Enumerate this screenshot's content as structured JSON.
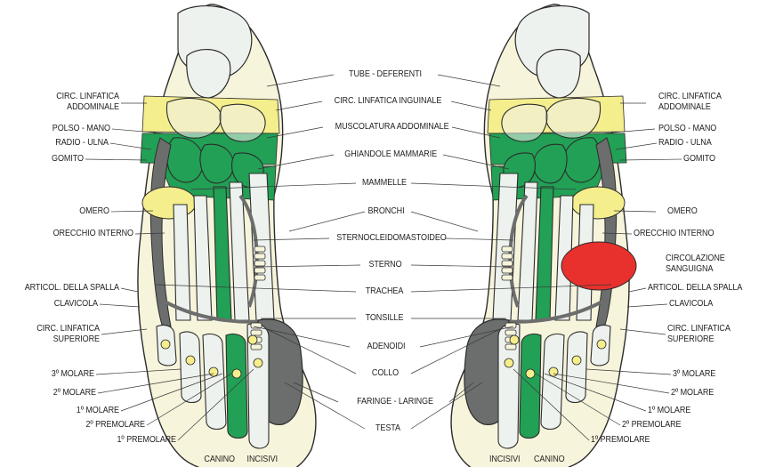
{
  "colors": {
    "yellow": "#f5ee8c",
    "green": "#22a055",
    "dark_gray": "#6b6e6d",
    "red": "#e8302c",
    "skin": "#f7f4dc",
    "bone": "#eef2ee"
  },
  "center_labels": {
    "tube": "TUBE - DEFERENTI",
    "circ_inguinale": "CIRC. LINFATICA INGUINALE",
    "muscolatura": "MUSCOLATURA ADDOMINALE",
    "ghiandole": "GHIANDOLE MAMMARIE",
    "mammelle": "MAMMELLE",
    "bronchi": "BRONCHI",
    "sterno_cleido": "STERNOCLEIDOMASTOIDEO",
    "sterno": "STERNO",
    "trachea": "TRACHEA",
    "tonsille": "TONSILLE",
    "adenoidi": "ADENOIDI",
    "collo": "COLLO",
    "faringe": "FARINGE - LARINGE",
    "testa": "TESTA"
  },
  "left_labels": {
    "circ_addominale": "CIRC. LINFATICA\nADDOMINALE",
    "polso": "POLSO - MANO",
    "radio": "RADIO - ULNA",
    "gomito": "GOMITO",
    "omero": "OMERO",
    "orecchio": "ORECCHIO INTERNO",
    "spalla": "ARTICOL. DELLA SPALLA",
    "clavicola": "CLAVICOLA",
    "circ_superiore": "CIRC. LINFATICA\nSUPERIORE",
    "molare3": "3º MOLARE",
    "molare2": "2º MOLARE",
    "molare1": "1º MOLARE",
    "premolare2": "2º PREMOLARE",
    "premolare1": "1º PREMOLARE",
    "canino": "CANINO",
    "incisivi": "INCISIVI"
  },
  "right_labels": {
    "circ_addominale": "CIRC. LINFATICA\nADDOMINALE",
    "polso": "POLSO - MANO",
    "radio": "RADIO - ULNA",
    "gomito": "GOMITO",
    "omero": "OMERO",
    "orecchio": "ORECCHIO INTERNO",
    "circolazione": "CIRCOLAZIONE\nSANGUIGNA",
    "spalla": "ARTICOL. DELLA SPALLA",
    "clavicola": "CLAVICOLA",
    "circ_superiore": "CIRC. LINFATICA\nSUPERIORE",
    "molare3": "3º MOLARE",
    "molare2": "2º MOLARE",
    "molare1": "1º MOLARE",
    "premolare2": "2º PREMOLARE",
    "premolare1": "1º PREMOLARE",
    "incisivi": "INCISIVI",
    "canino": "CANINO"
  }
}
